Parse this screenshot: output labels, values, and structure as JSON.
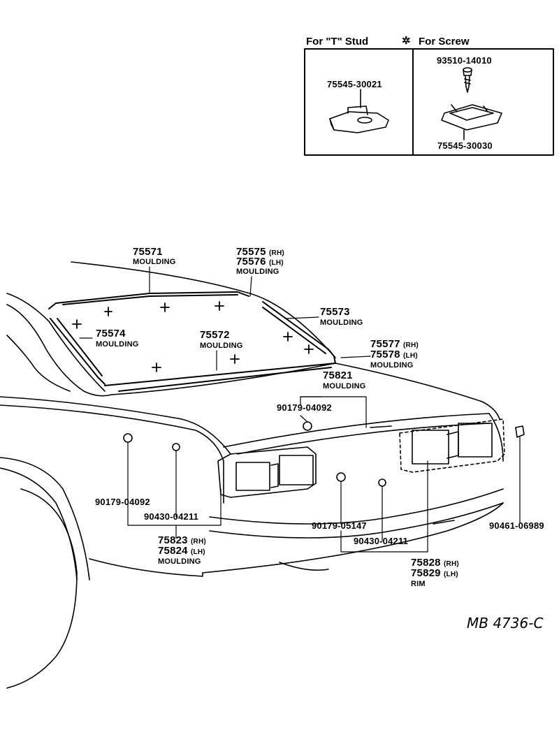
{
  "legend": {
    "t_stud_title": "For \"T\" Stud",
    "screw_symbol": "✲",
    "screw_title": "For Screw",
    "clip_t_stud_part": "75545-30021",
    "screw_part": "93510-14010",
    "clip_screw_part": "75545-30030"
  },
  "parts": {
    "p75571": {
      "number": "75571",
      "name": "MOULDING"
    },
    "p75575": {
      "number": "75575",
      "side": "(RH)"
    },
    "p75576": {
      "number": "75576",
      "side": "(LH)",
      "name": "MOULDING"
    },
    "p75573": {
      "number": "75573",
      "name": "MOULDING"
    },
    "p75574": {
      "number": "75574",
      "name": "MOULDING"
    },
    "p75572": {
      "number": "75572",
      "name": "MOULDING"
    },
    "p75577": {
      "number": "75577",
      "side": "(RH)"
    },
    "p75578": {
      "number": "75578",
      "side": "(LH)",
      "name": "MOULDING"
    },
    "p75821": {
      "number": "75821",
      "name": "MOULDING"
    },
    "p90179_04092_top": {
      "number": "90179-04092"
    },
    "p90179_04092_left": {
      "number": "90179-04092"
    },
    "p90430_04211_left": {
      "number": "90430-04211"
    },
    "p75823": {
      "number": "75823",
      "side": "(RH)"
    },
    "p75824": {
      "number": "75824",
      "side": "(LH)",
      "name": "MOULDING"
    },
    "p90179_05147": {
      "number": "90179-05147"
    },
    "p90430_04211_right": {
      "number": "90430-04211"
    },
    "p90461_06989": {
      "number": "90461-06989"
    },
    "p75828": {
      "number": "75828",
      "side": "(RH)"
    },
    "p75829": {
      "number": "75829",
      "side": "(LH)",
      "name": "RIM"
    }
  },
  "drawing_code": "MB 4736-C"
}
